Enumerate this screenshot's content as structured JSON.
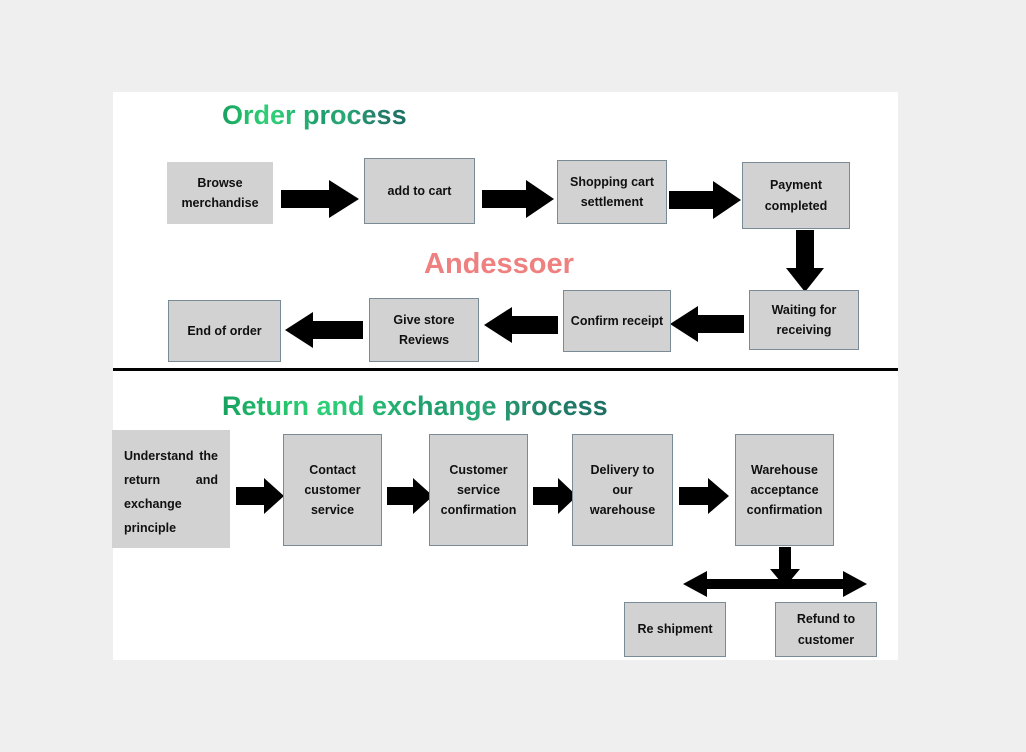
{
  "page": {
    "background_color": "#efefef",
    "paper_color": "#ffffff"
  },
  "sections": [
    {
      "id": "order-process",
      "title": "Order process",
      "title_color": "#2fd178"
    },
    {
      "id": "return-exchange-process",
      "title": "Return and exchange process",
      "title_color": "#2fd178"
    }
  ],
  "brand": {
    "text": "Andessoer",
    "color": "#ef8080"
  },
  "order_process": {
    "row1": [
      {
        "label_line1": "Browse",
        "label_line2": "merchandise"
      },
      {
        "label_line1": "add to cart",
        "label_line2": ""
      },
      {
        "label_line1": "Shopping cart",
        "label_line2": "settlement"
      },
      {
        "label_line1": "Payment",
        "label_line2": "completed"
      }
    ],
    "row2": [
      {
        "label_line1": "End of order",
        "label_line2": ""
      },
      {
        "label_line1": "Give store",
        "label_line2": "Reviews"
      },
      {
        "label_line1": "Confirm receipt",
        "label_line2": ""
      },
      {
        "label_line1": "Waiting for",
        "label_line2": "receiving"
      }
    ]
  },
  "return_process": {
    "steps": [
      {
        "label_line1": "Understand   the",
        "label_line2": "return         and",
        "label_line3": "exchange",
        "label_line4": "principle"
      },
      {
        "label_line1": "Contact",
        "label_line2": "customer",
        "label_line3": "service"
      },
      {
        "label_line1": "Customer",
        "label_line2": "service",
        "label_line3": "confirmation"
      },
      {
        "label_line1": "Delivery to",
        "label_line2": "our",
        "label_line3": "warehouse"
      },
      {
        "label_line1": "Warehouse",
        "label_line2": "acceptance",
        "label_line3": "confirmation"
      }
    ],
    "outcomes": [
      {
        "label_line1": "Re shipment",
        "label_line2": ""
      },
      {
        "label_line1": "Refund to",
        "label_line2": "customer"
      }
    ]
  },
  "colors": {
    "node_fill": "#d2d2d2",
    "node_border": "#7a8b95",
    "arrow": "#000000",
    "divider": "#000000"
  }
}
